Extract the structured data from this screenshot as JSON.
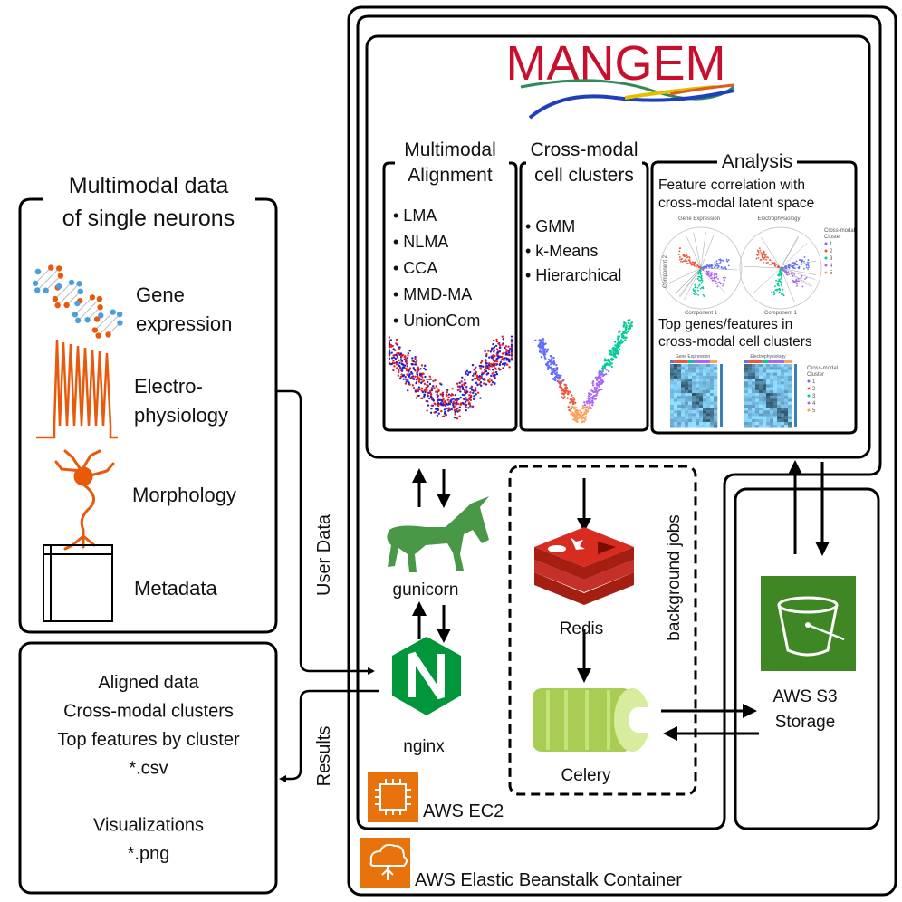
{
  "logo": {
    "text": "MANGEM",
    "color": "#c8102e"
  },
  "input_panel": {
    "title_line1": "Multimodal data",
    "title_line2": "of single neurons",
    "items": [
      {
        "label_line1": "Gene",
        "label_line2": "expression",
        "icon": "dna-icon"
      },
      {
        "label_line1": "Electro-",
        "label_line2": "physiology",
        "icon": "spike-train-icon"
      },
      {
        "label_line1": "Morphology",
        "label_line2": "",
        "icon": "neuron-icon"
      },
      {
        "label_line1": "Metadata",
        "label_line2": "",
        "icon": "document-icon"
      }
    ]
  },
  "output_panel": {
    "lines": [
      "Aligned data",
      "Cross-modal clusters",
      "Top features by cluster",
      "*.csv",
      "",
      "Visualizations",
      "*.png"
    ]
  },
  "arrows": {
    "user_data": "User Data",
    "results": "Results",
    "background_jobs": "background jobs"
  },
  "alignment": {
    "title_line1": "Multimodal",
    "title_line2": "Alignment",
    "methods": [
      "• LMA",
      "• NLMA",
      "• CCA",
      "• MMD-MA",
      "• UnionCom"
    ]
  },
  "clusters": {
    "title_line1": "Cross-modal",
    "title_line2": "cell clusters",
    "methods": [
      "• GMM",
      "• k-Means",
      "• Hierarchical"
    ]
  },
  "analysis": {
    "title": "Analysis",
    "feature_title_line1": "Feature correlation with",
    "feature_title_line2": "cross-modal latent space",
    "plot1_title": "Gene Expression",
    "plot2_title": "Electrophysiology",
    "xlabel": "Component 1",
    "ylabel": "Component 2",
    "legend_title_line1": "Cross-modal",
    "legend_title_line2": "Cluster",
    "legend_items": [
      "1",
      "2",
      "3",
      "4",
      "5"
    ],
    "top_title_line1": "Top genes/features in",
    "top_title_line2": "cross-modal cell clusters",
    "heatmap1_title": "Gene Expression",
    "heatmap2_title": "Electrophysiology"
  },
  "services": {
    "gunicorn": "gunicorn",
    "nginx": "nginx",
    "redis": "Redis",
    "celery": "Celery",
    "s3_line1": "AWS S3",
    "s3_line2": "Storage",
    "ec2": "AWS EC2",
    "beanstalk": "AWS Elastic Beanstalk Container"
  },
  "colors": {
    "cluster": [
      "#636efa",
      "#ef553b",
      "#00cc96",
      "#ab63fa",
      "#ffa15a"
    ],
    "aws_orange": "#e8730c",
    "s3_green": "#3f8624",
    "gunicorn_green": "#499848",
    "nginx_green": "#009639",
    "redis_red": "#c6302b",
    "celery_green": "#a9cc54"
  }
}
